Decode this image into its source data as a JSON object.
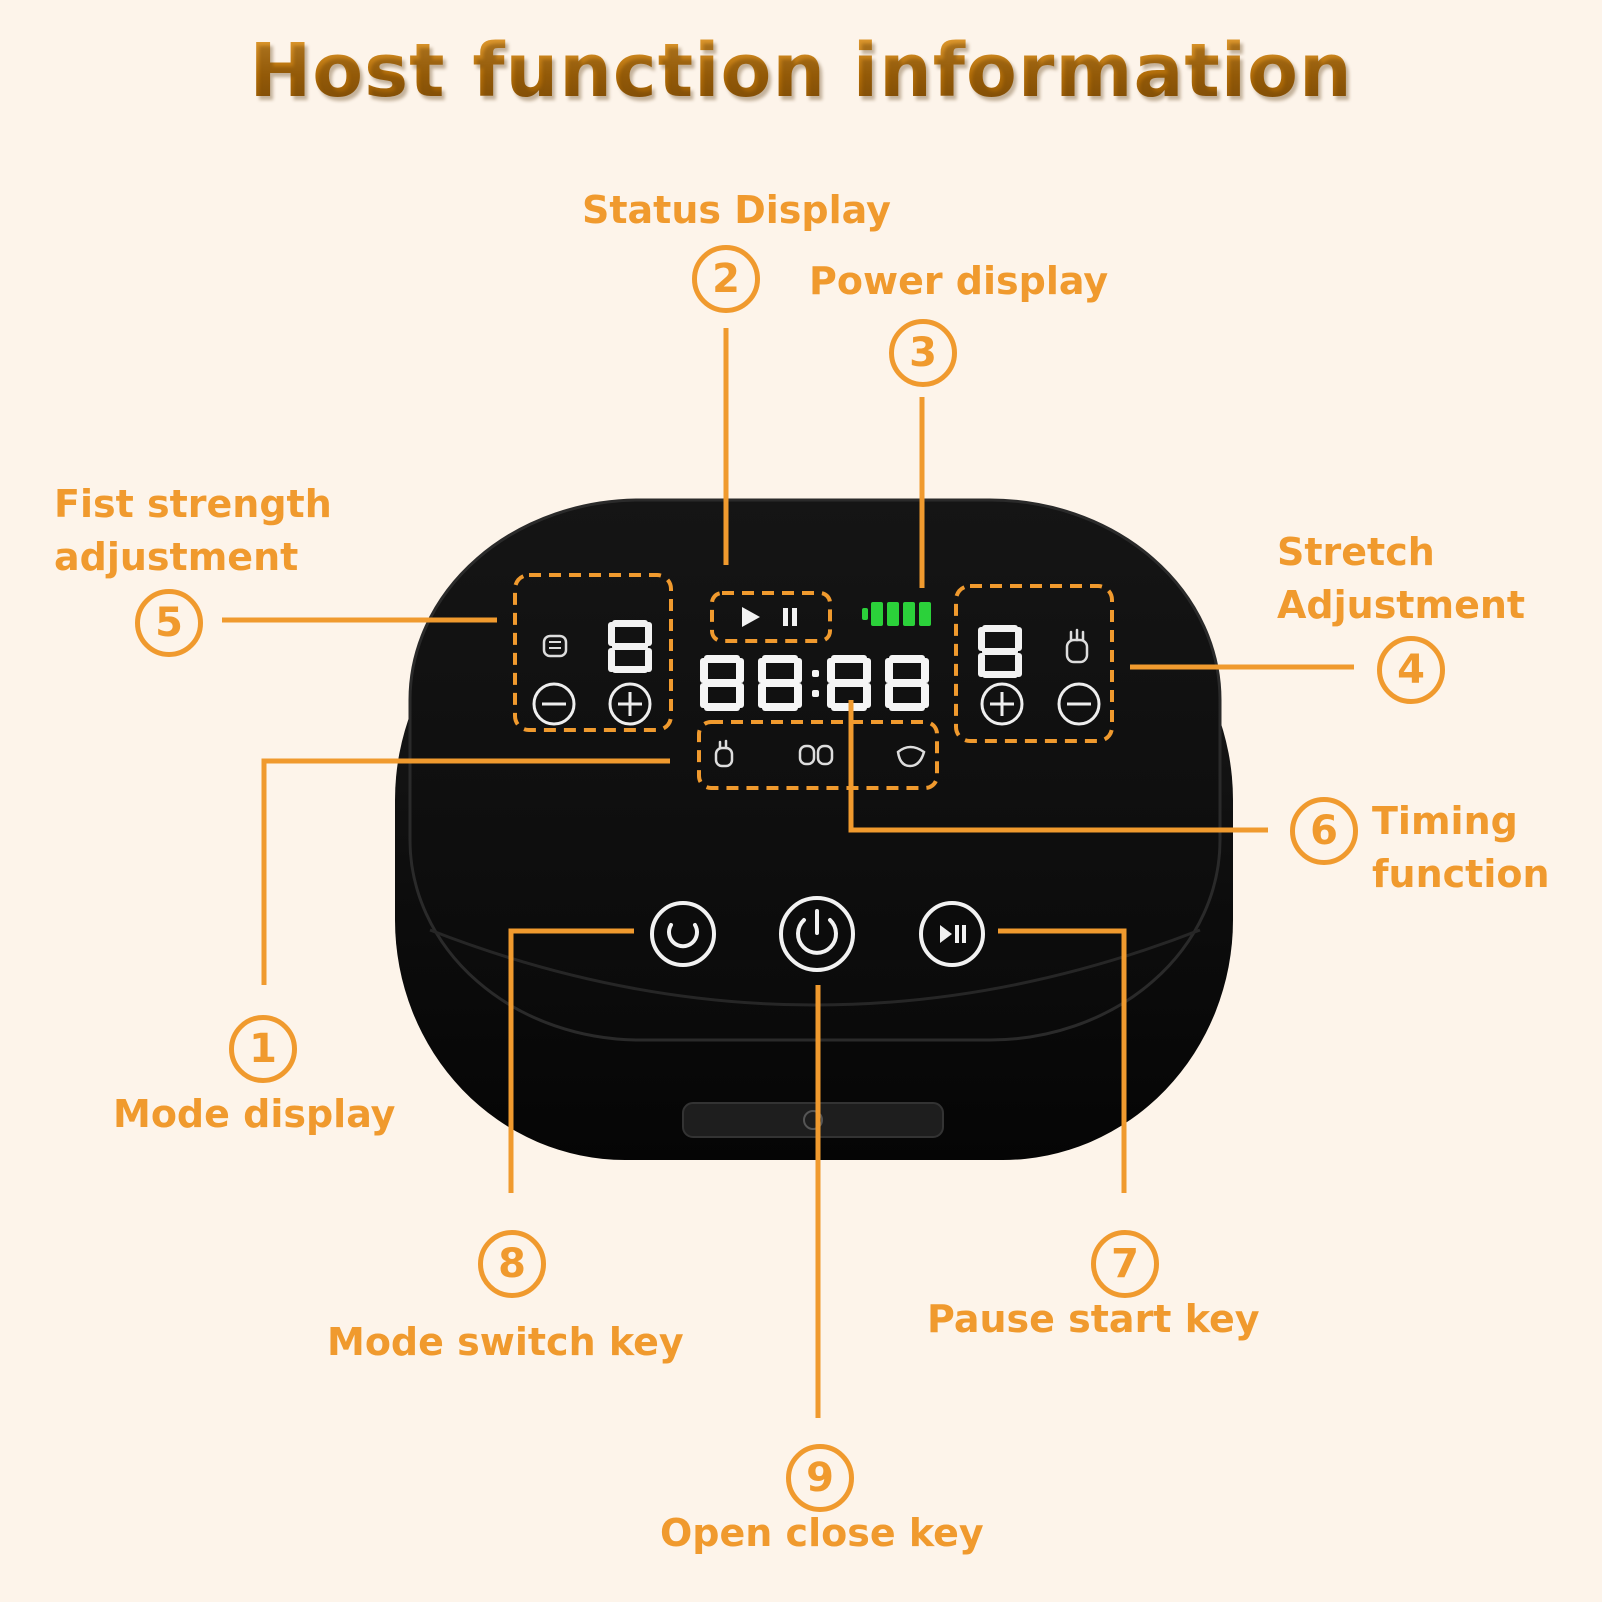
{
  "title": "Host function information",
  "callouts": [
    {
      "id": "mode-display",
      "number": "1",
      "label": "Mode display"
    },
    {
      "id": "status-display",
      "number": "2",
      "label": "Status Display"
    },
    {
      "id": "power-display",
      "number": "3",
      "label": "Power display"
    },
    {
      "id": "stretch-adjustment",
      "number": "4",
      "label_lines": [
        "Stretch",
        "Adjustment"
      ]
    },
    {
      "id": "fist-strength-adjustment",
      "number": "5",
      "label_lines": [
        "Fist strength",
        "adjustment"
      ]
    },
    {
      "id": "timing-function",
      "number": "6",
      "label_lines": [
        "Timing",
        "function"
      ]
    },
    {
      "id": "pause-start-key",
      "number": "7",
      "label": "Pause start key"
    },
    {
      "id": "mode-switch-key",
      "number": "8",
      "label": "Mode switch key"
    },
    {
      "id": "open-close-key",
      "number": "9",
      "label": "Open close key"
    }
  ],
  "colors": {
    "accent": "#f09a2e",
    "title": "#b26d08",
    "background": "#fdf4ea",
    "device": "#111111",
    "battery": "#2bd13a"
  }
}
